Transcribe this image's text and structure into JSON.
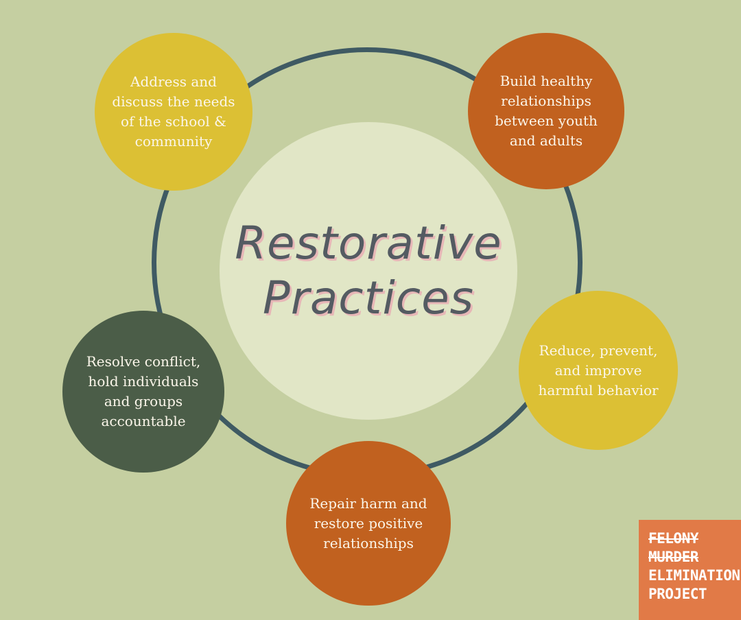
{
  "center": {
    "title_line1": "Restorative",
    "title_line2": "Practices"
  },
  "nodes": [
    {
      "text": "Address and discuss the needs of the school & community",
      "color": "#dcc034"
    },
    {
      "text": "Build healthy relationships between youth and adults",
      "color": "#c1611f"
    },
    {
      "text": "Reduce, prevent, and improve harmful behavior",
      "color": "#dcc034"
    },
    {
      "text": "Repair harm and restore positive relationships",
      "color": "#c1611f"
    },
    {
      "text": "Resolve conflict, hold individuals and groups accountable",
      "color": "#4b5d48"
    }
  ],
  "logo": {
    "line1": "FELONY",
    "line2": "MURDER",
    "line3": "ELIMINATION",
    "line4": "PROJECT",
    "color": "#e17a47"
  },
  "colors": {
    "background": "#c5cfa1",
    "ring": "#3f5a63",
    "center": "#e1e6c6"
  }
}
